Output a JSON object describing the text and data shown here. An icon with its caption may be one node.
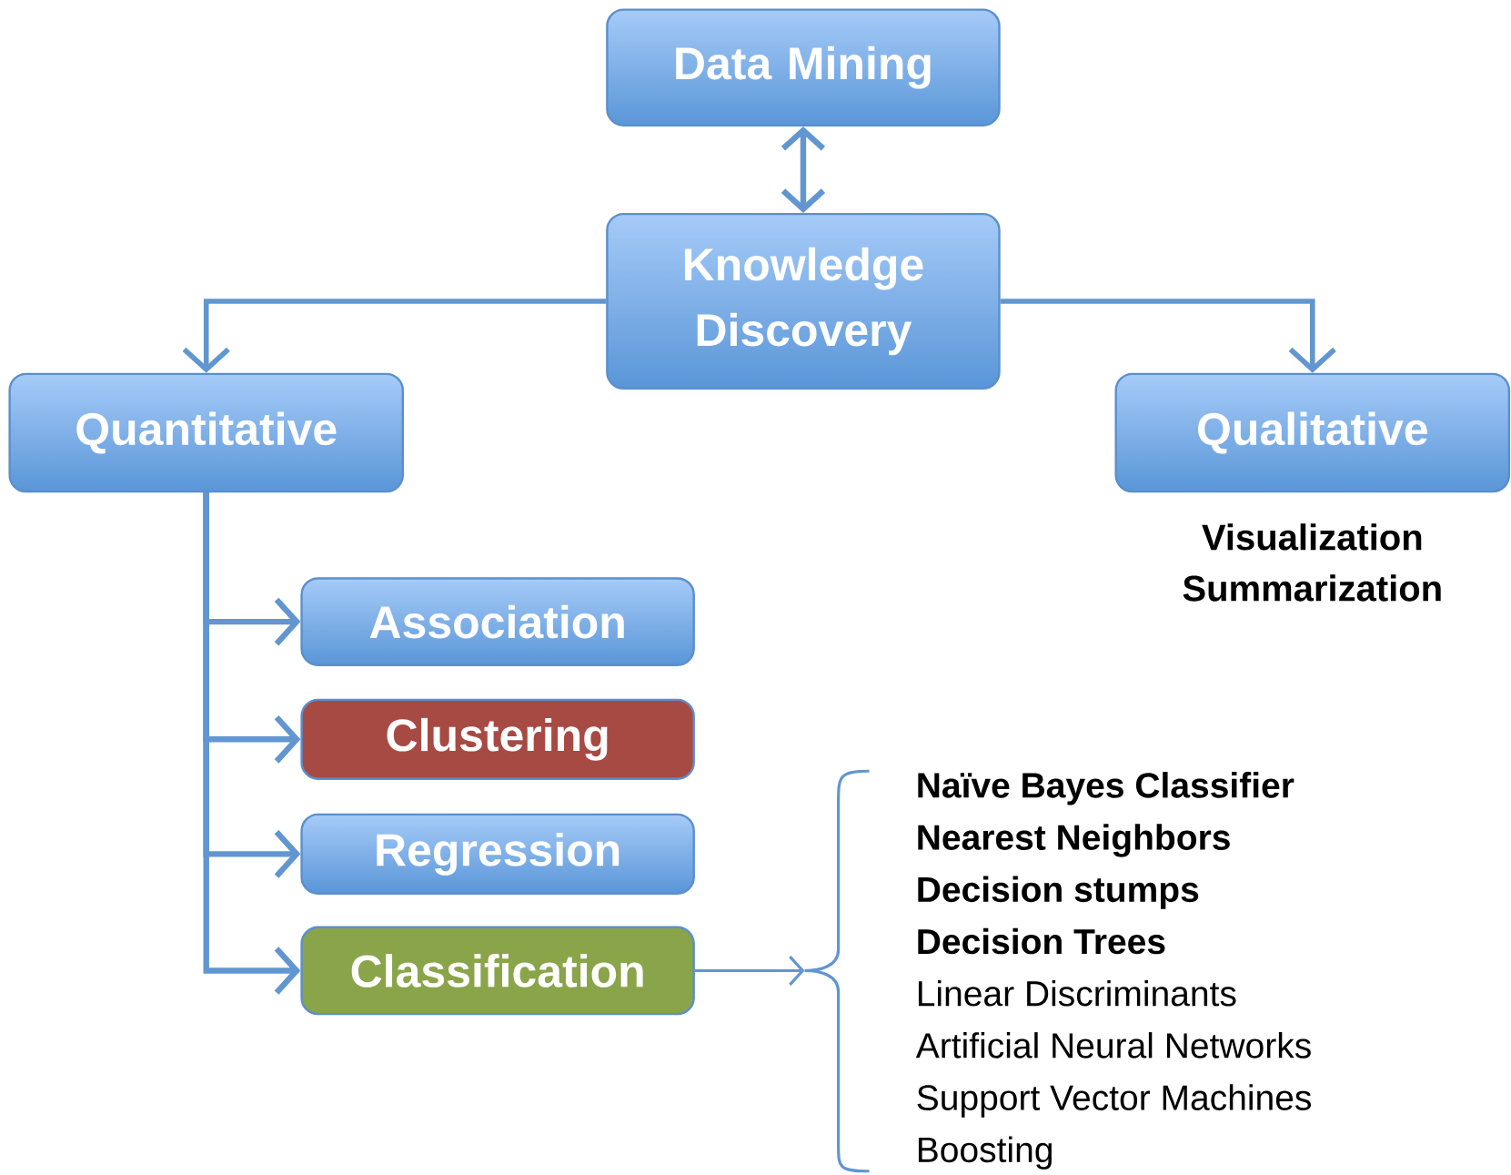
{
  "diagram": {
    "nodes": [
      {
        "text": [
          "Data Mining"
        ]
      },
      {
        "text": [
          "Knowledge Discovery"
        ]
      },
      {
        "text": [
          "Quantitative"
        ]
      },
      {
        "text": [
          "Qualitative"
        ],
        "beside": [
          "Visualization",
          "Summarization"
        ]
      },
      {
        "text": [
          "Association"
        ]
      },
      {
        "text": [
          "Clustering"
        ]
      },
      {
        "text": [
          "Regression"
        ]
      },
      {
        "text": [
          "Classification"
        ]
      },
      {
        "text": [
          "**Naïve Bayes Classifier**",
          "**Nearest Neighbors**",
          "**Decision stumps**",
          "**Decision Trees**",
          "Linear Discriminants",
          "Artificial Neural Networks",
          "Support Vector Machines",
          "Boosting"
        ]
      }
    ],
    "edges": [
      {
        "from": 0,
        "to": 1,
        "arrow": "both"
      },
      {
        "from": 1,
        "to": 2,
        "arrow": "to"
      },
      {
        "from": 1,
        "to": 3,
        "arrow": "to"
      },
      {
        "from": 2,
        "to": 4,
        "arrow": "to"
      },
      {
        "from": 2,
        "to": 5,
        "arrow": "to"
      },
      {
        "from": 2,
        "to": 6,
        "arrow": "to"
      },
      {
        "from": 2,
        "to": 7,
        "arrow": "to"
      },
      {
        "from": 7,
        "to": 8,
        "arrow": "to"
      }
    ]
  }
}
